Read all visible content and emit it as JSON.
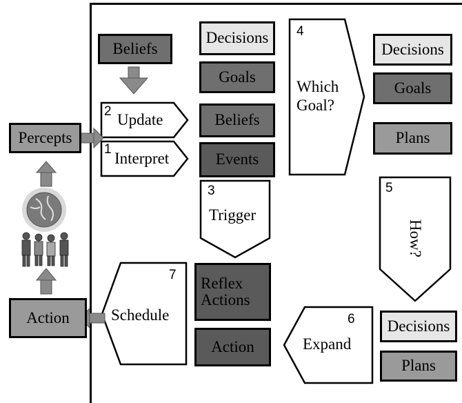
{
  "agent": {
    "percepts": "Percepts",
    "action": "Action"
  },
  "boxes": {
    "beliefs_top": "Beliefs",
    "decisions_1": "Decisions",
    "goals_1": "Goals",
    "beliefs_2": "Beliefs",
    "events": "Events",
    "decisions_2": "Decisions",
    "goals_2": "Goals",
    "plans_2": "Plans",
    "reflex_actions": "Reflex\nActions",
    "action_inner": "Action",
    "decisions_3": "Decisions",
    "plans_3": "Plans"
  },
  "steps": {
    "update": {
      "num": "2",
      "label": "Update"
    },
    "interpret": {
      "num": "1",
      "label": "Interpret"
    },
    "trigger": {
      "num": "3",
      "label": "Trigger"
    },
    "which_goal": {
      "num": "4",
      "label": "Which\nGoal?"
    },
    "how": {
      "num": "5",
      "label": "How?"
    },
    "expand": {
      "num": "6",
      "label": "Expand"
    },
    "schedule": {
      "num": "7",
      "label": "Schedule"
    }
  },
  "icons": [
    "globe-icon",
    "people-icon",
    "arrow-up-icon",
    "arrow-down-icon",
    "arrow-right-icon",
    "arrow-left-icon"
  ],
  "colors": {
    "light": "#e6e6e6",
    "mid": "#9a9a9a",
    "dark": "#6f6f6f",
    "darker": "#5a5a5a"
  }
}
